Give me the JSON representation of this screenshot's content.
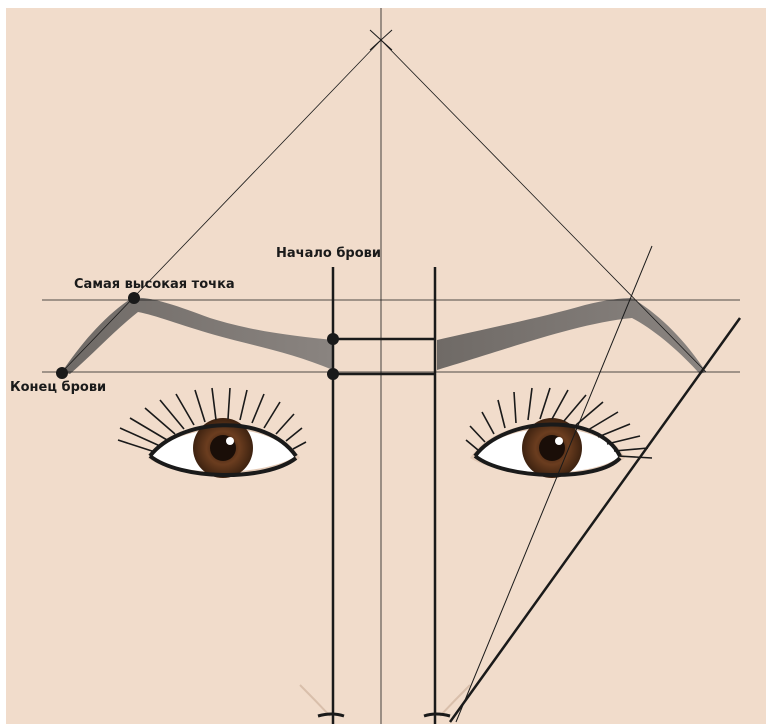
{
  "labels": {
    "brow_start": "Начало брови",
    "highest_point": "Самая высокая точка",
    "brow_end": "Конец брови"
  },
  "colors": {
    "background": "#f1dccb",
    "line": "#1a1a1a",
    "brow": "#7b7571",
    "iris": "#5a3218",
    "pupil": "#1a0e08",
    "eye_white": "#ffffff",
    "eye_shadow": "#e2c8b4"
  },
  "markers": [
    "highest-point",
    "brow-end",
    "brow-start-top",
    "brow-start-bottom"
  ]
}
